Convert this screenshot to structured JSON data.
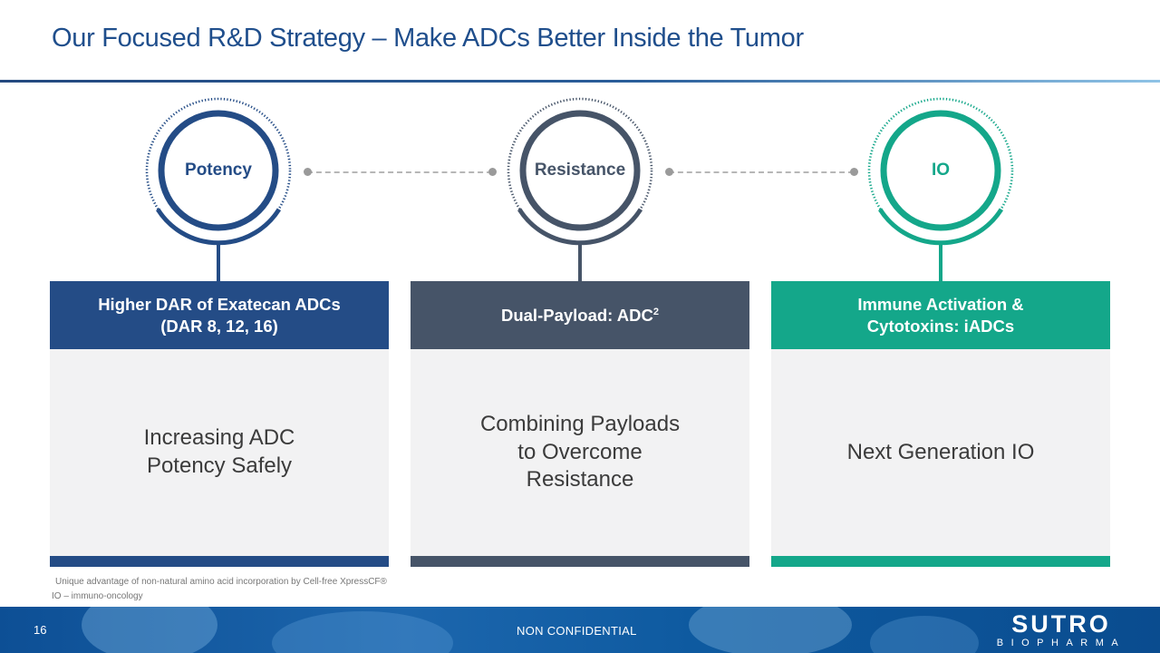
{
  "header": {
    "title": "Our Focused R&D Strategy – Make ADCs Better Inside the Tumor"
  },
  "pillars": [
    {
      "circle_label": "Potency",
      "heading_line1": "Higher DAR of Exatecan ADCs",
      "heading_line2": "(DAR 8, 12, 16)",
      "body_line1": "Increasing ADC",
      "body_line2": "Potency Safely",
      "color": "#244c86"
    },
    {
      "circle_label": "Resistance",
      "heading_text": "Dual-Payload: ADC",
      "heading_sup": "2",
      "body_line1": "Combining Payloads",
      "body_line2": "to Overcome",
      "body_line3": "Resistance",
      "color": "#465468"
    },
    {
      "circle_label": "IO",
      "heading_line1": "Immune Activation &",
      "heading_line2": "Cytotoxins: iADCs",
      "body_line1": "Next Generation IO",
      "color": "#14a78a"
    }
  ],
  "footnotes": {
    "line1": "Unique advantage of non-natural amino acid incorporation by Cell-free XpressCF®",
    "line2": "IO – immuno-oncology"
  },
  "footer": {
    "page_number": "16",
    "confidentiality": "NON CONFIDENTIAL",
    "logo_main": "SUTRO",
    "logo_sub": "BIOPHARMA"
  }
}
